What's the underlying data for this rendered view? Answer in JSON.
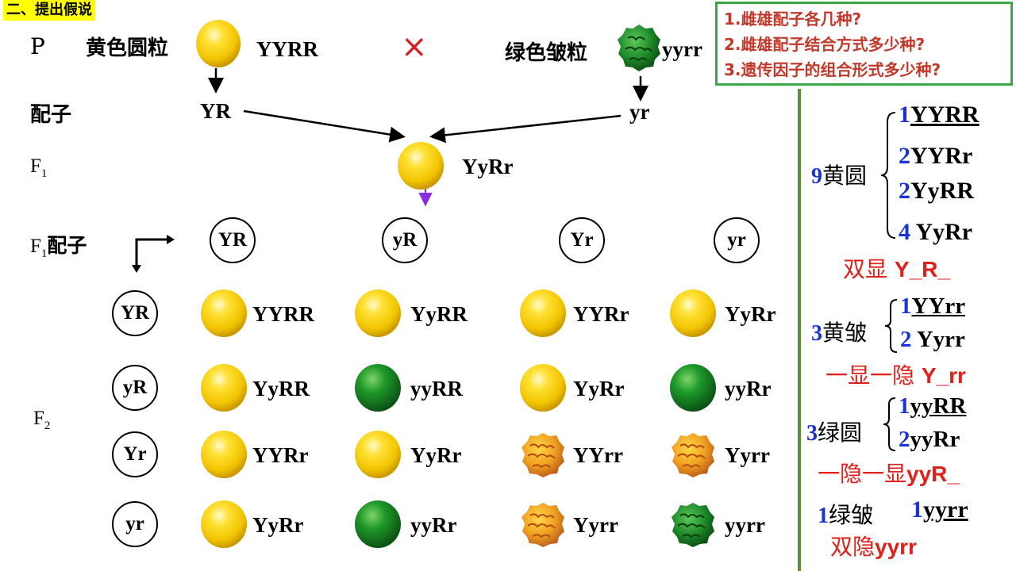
{
  "section_title": "二、提出假说",
  "parents": {
    "row_label": "P",
    "yellow_name": "黄色圆粒",
    "yellow_genotype": "YYRR",
    "cross_symbol": "×",
    "green_name": "绿色皱粒",
    "green_genotype": "yyrr"
  },
  "gametes": {
    "row_label": "配子",
    "left": "YR",
    "right": "yr"
  },
  "f1": {
    "label_main": "F",
    "label_sub": "1",
    "genotype": "YyRr"
  },
  "f1_gametes": {
    "label_main": "F",
    "label_sub": "1",
    "label_rest": "配子",
    "columns": [
      "YR",
      "yR",
      "Yr",
      "yr"
    ]
  },
  "f2": {
    "label_main": "F",
    "label_sub": "2",
    "rows": [
      {
        "gamete": "YR",
        "cells": [
          {
            "genotype": "YYRR",
            "pea": "yellow-round"
          },
          {
            "genotype": "YyRR",
            "pea": "yellow-round"
          },
          {
            "genotype": "YYRr",
            "pea": "yellow-round"
          },
          {
            "genotype": "YyRr",
            "pea": "yellow-round"
          }
        ]
      },
      {
        "gamete": "yR",
        "cells": [
          {
            "genotype": "YyRR",
            "pea": "yellow-round"
          },
          {
            "genotype": "yyRR",
            "pea": "green-round"
          },
          {
            "genotype": "YyRr",
            "pea": "yellow-round"
          },
          {
            "genotype": "yyRr",
            "pea": "green-round"
          }
        ]
      },
      {
        "gamete": "Yr",
        "cells": [
          {
            "genotype": "YYRr",
            "pea": "yellow-round"
          },
          {
            "genotype": "YyRr",
            "pea": "yellow-round"
          },
          {
            "genotype": "YYrr",
            "pea": "yellow-wrinkled"
          },
          {
            "genotype": "Yyrr",
            "pea": "yellow-wrinkled"
          }
        ]
      },
      {
        "gamete": "yr",
        "cells": [
          {
            "genotype": "YyRr",
            "pea": "yellow-round"
          },
          {
            "genotype": "yyRr",
            "pea": "green-round"
          },
          {
            "genotype": "Yyrr",
            "pea": "yellow-wrinkled"
          },
          {
            "genotype": "yyrr",
            "pea": "green-wrinkled"
          }
        ]
      }
    ]
  },
  "questions": [
    "1.雌雄配子各几种?",
    "2.雌雄配子结合方式多少种?",
    "3.遗传因子的组合形式多少种?"
  ],
  "summary": {
    "yellow_round": {
      "count": "9",
      "name": "黄圆",
      "items": [
        {
          "n": "1",
          "g": "YYRR"
        },
        {
          "n": "2",
          "g": "YYRr"
        },
        {
          "n": "2",
          "g": "YyRR"
        },
        {
          "n": "4",
          "g": "YyRr"
        }
      ],
      "note_text": "双显 ",
      "note_formula": "Y_R_"
    },
    "yellow_wrinkled": {
      "count": "3",
      "name": "黄皱",
      "items": [
        {
          "n": "1",
          "g": "YYrr"
        },
        {
          "n": "2",
          "g": "Yyrr"
        }
      ],
      "note_text": "一显一隐 ",
      "note_formula": "Y_rr"
    },
    "green_round": {
      "count": "3",
      "name": "绿圆",
      "items": [
        {
          "n": "1",
          "g": "yyRR"
        },
        {
          "n": "2",
          "g": "yyRr"
        }
      ],
      "note_text": "一隐一显",
      "note_formula": "yyR_"
    },
    "green_wrinkled": {
      "count": "1",
      "name": "绿皱",
      "item_n": "1",
      "item_g": "yyrr",
      "note_text": "双隐",
      "note_formula": "yyrr"
    }
  },
  "colors": {
    "question_border": "#3aa845",
    "question_text": "#c0392b",
    "count_blue": "#1a33d6",
    "note_red": "#e0201a",
    "divider_green": "#5a8f3a",
    "arrow_purple": "#8a2be2"
  }
}
